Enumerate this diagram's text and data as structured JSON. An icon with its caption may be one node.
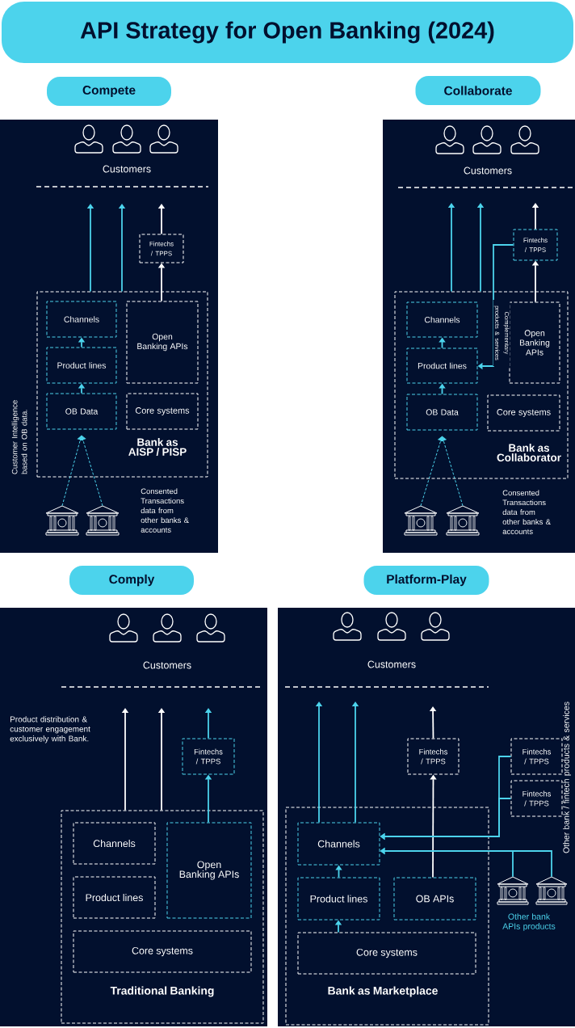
{
  "diagram": {
    "title": "API Strategy for Open Banking (2024)",
    "nodes": [
      {
        "text": [
          "Compete"
        ]
      },
      {
        "text": [
          "Customers"
        ],
        "in": 0
      },
      {
        "text": [
          "Fintechs / TPPS"
        ],
        "in": 0
      },
      {
        "text": [
          "Bank as AISP / PISP"
        ],
        "in": 0
      },
      {
        "text": [
          "Channels"
        ],
        "in": 3
      },
      {
        "text": [
          "Open Banking APIs"
        ],
        "in": 3
      },
      {
        "text": [
          "Product lines"
        ],
        "in": 3
      },
      {
        "text": [
          "OB Data"
        ],
        "in": 3
      },
      {
        "text": [
          "Core systems"
        ],
        "in": 3
      },
      {
        "text": [],
        "shape": "bank",
        "in": 0
      },
      {
        "text": [],
        "shape": "bank",
        "in": 0
      },
      {
        "text": [
          "Collaborate"
        ]
      },
      {
        "text": [
          "Customers"
        ],
        "in": 11
      },
      {
        "text": [
          "Fintechs / TPPS"
        ],
        "in": 11
      },
      {
        "text": [
          "Bank as Collaborator"
        ],
        "in": 11
      },
      {
        "text": [
          "Channels"
        ],
        "in": 14
      },
      {
        "text": [
          "Open Banking APIs"
        ],
        "in": 14
      },
      {
        "text": [
          "Product lines"
        ],
        "in": 14
      },
      {
        "text": [
          "OB Data"
        ],
        "in": 14
      },
      {
        "text": [
          "Core systems"
        ],
        "in": 14
      },
      {
        "text": [],
        "shape": "bank",
        "in": 11
      },
      {
        "text": [],
        "shape": "bank",
        "in": 11
      },
      {
        "text": [
          "Comply"
        ]
      },
      {
        "text": [
          "Customers"
        ],
        "in": 22
      },
      {
        "text": [
          "Fintechs / TPPS"
        ],
        "in": 22
      },
      {
        "text": [
          "Traditional Banking"
        ],
        "in": 22
      },
      {
        "text": [
          "Channels"
        ],
        "in": 25
      },
      {
        "text": [
          "Open Banking APIs"
        ],
        "in": 25
      },
      {
        "text": [
          "Product lines"
        ],
        "in": 25
      },
      {
        "text": [
          "Core systems"
        ],
        "in": 25
      },
      {
        "text": [
          "Platform-Play"
        ]
      },
      {
        "text": [
          "Customers"
        ],
        "in": 30
      },
      {
        "text": [
          "Fintechs / TPPS"
        ],
        "in": 30
      },
      {
        "text": [
          "Fintechs / TPPS"
        ],
        "in": 30
      },
      {
        "text": [
          "Bank as Marketplace"
        ],
        "in": 30
      },
      {
        "text": [
          "Channels"
        ],
        "in": 34
      },
      {
        "text": [
          "Product lines"
        ],
        "in": 34
      },
      {
        "text": [
          "OB APIs"
        ],
        "in": 34
      },
      {
        "text": [
          "Core systems"
        ],
        "in": 34
      },
      {
        "text": [
          "Fintechs / TPPS"
        ],
        "in": 30
      },
      {
        "text": [],
        "shape": "bank",
        "in": 30
      },
      {
        "text": [],
        "shape": "bank",
        "in": 30
      }
    ],
    "edges": [
      {
        "from": 3,
        "to": null,
        "arrow": "to"
      },
      {
        "from": 3,
        "to": null,
        "arrow": "to"
      },
      {
        "from": 2,
        "to": null,
        "arrow": "to",
        "color": "#ffffff"
      },
      {
        "from": 5,
        "to": 2,
        "arrow": "to",
        "color": "#ffffff"
      },
      {
        "from": 6,
        "to": 4,
        "arrow": "to"
      },
      {
        "from": 7,
        "to": 6,
        "arrow": "to"
      },
      {
        "from": 9,
        "to": 7,
        "arrow": "to",
        "style": "dashed"
      },
      {
        "from": 10,
        "to": 7,
        "arrow": "to",
        "style": "dashed"
      },
      {
        "from": 14,
        "to": null,
        "arrow": "to"
      },
      {
        "from": 14,
        "to": null,
        "arrow": "to"
      },
      {
        "from": 13,
        "to": null,
        "arrow": "to",
        "color": "#ffffff"
      },
      {
        "from": 16,
        "to": 13,
        "arrow": "to",
        "color": "#ffffff"
      },
      {
        "from": 13,
        "to": 17,
        "arrow": "to",
        "label": "Complementary products & services"
      },
      {
        "from": 17,
        "to": 15,
        "arrow": "to"
      },
      {
        "from": 18,
        "to": 17,
        "arrow": "to"
      },
      {
        "from": 20,
        "to": 18,
        "arrow": "to",
        "style": "dashed"
      },
      {
        "from": 21,
        "to": 18,
        "arrow": "to",
        "style": "dashed"
      },
      {
        "from": 25,
        "to": null,
        "arrow": "to",
        "color": "#ffffff"
      },
      {
        "from": 25,
        "to": null,
        "arrow": "to",
        "color": "#ffffff"
      },
      {
        "from": 24,
        "to": null,
        "arrow": "to"
      },
      {
        "from": 27,
        "to": 24,
        "arrow": "to"
      },
      {
        "from": 35,
        "to": null,
        "arrow": "to"
      },
      {
        "from": 35,
        "to": null,
        "arrow": "to"
      },
      {
        "from": 32,
        "to": null,
        "arrow": "to",
        "color": "#ffffff"
      },
      {
        "from": 37,
        "to": 32,
        "arrow": "to",
        "color": "#ffffff"
      },
      {
        "from": 36,
        "to": 35,
        "arrow": "to"
      },
      {
        "from": 38,
        "to": 36,
        "arrow": "to"
      },
      {
        "from": 33,
        "to": 35,
        "arrow": "to"
      },
      {
        "from": 39,
        "to": 35,
        "arrow": "to"
      },
      {
        "from": 40,
        "to": 35,
        "arrow": "to"
      },
      {
        "from": 41,
        "to": 35,
        "arrow": "to"
      }
    ],
    "labels": [
      "Customer Intelligence based on OB data.",
      "Consented Transactions data from other banks & accounts",
      "Consented Transactions data from other banks & accounts",
      "Product distribution & customer engagement exclusively with Bank.",
      "Other bank / fintech products & services",
      "Other bank APIs products"
    ]
  }
}
